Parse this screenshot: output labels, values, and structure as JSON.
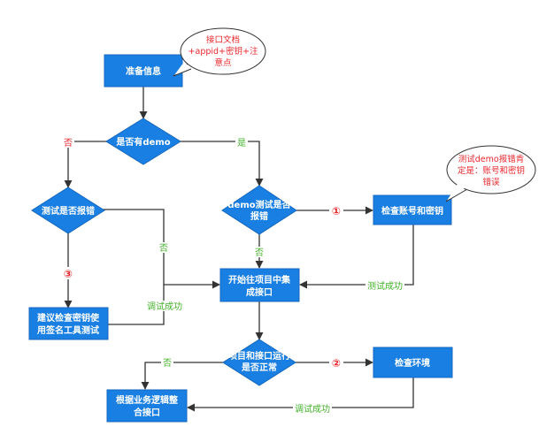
{
  "nodes": {
    "prepare": "准备信息",
    "has_demo": "是否有demo",
    "test_error": "测试是否报错",
    "demo_error": [
      "demo测试是否",
      "报错"
    ],
    "check_account": "检查账号和密钥",
    "suggest": [
      "建议检查密钥使",
      "用签名工具测试"
    ],
    "start_integrate": [
      "开始往项目中集",
      "成接口"
    ],
    "running_ok": [
      "项目和接口运行",
      "是否正常"
    ],
    "check_env": "检查环境",
    "integrate_logic": [
      "根据业务逻辑整",
      "合接口"
    ]
  },
  "bubbles": {
    "interface_doc": [
      "接口文档",
      "+appid+密钥+注",
      "意点"
    ],
    "demo_hint": [
      "测试demo报错肯",
      "定是：账号和密钥",
      "错误"
    ]
  },
  "labels": {
    "no_left": "否",
    "yes_right": "是",
    "no_right_test": "否",
    "no_demo": "否",
    "debug_success_1": "调试成功",
    "test_success": "测试成功",
    "no_bottom": "否",
    "debug_success_2": "调试成功"
  },
  "markers": {
    "m1": "①",
    "m2": "②",
    "m3": "③"
  },
  "colors": {
    "node_fill": "#1a7fe2",
    "node_stroke": "#1467bd",
    "line": "#333333",
    "red": "#e8262c",
    "green": "#43b02a"
  }
}
